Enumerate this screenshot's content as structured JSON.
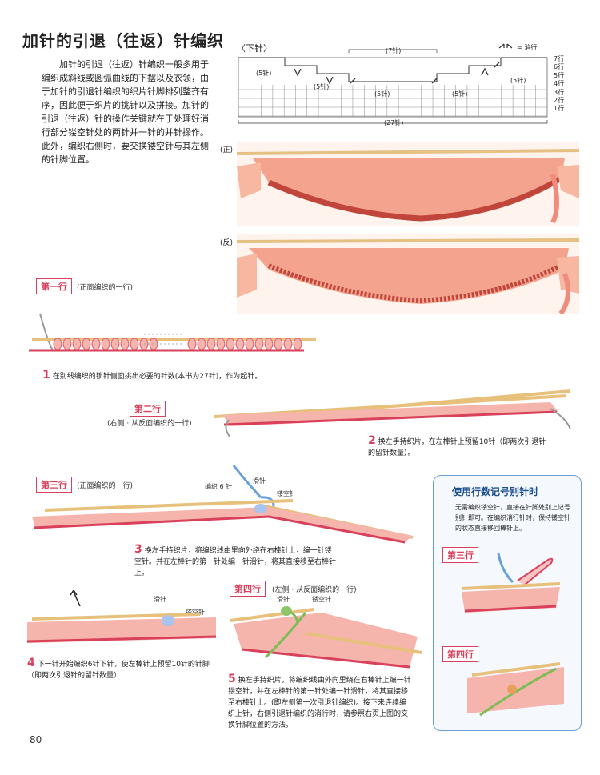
{
  "page": {
    "title": "加针的引退（往返）针编织",
    "intro": "加针的引退（往返）针编织一般多用于编织成斜线或圆弧曲线的下摆以及衣领，由于加针的引退针编织的织片针脚排列整齐有序，因此便于织片的挑针以及拼接。加针的引退（往返）针的操作关键就在于处理好消行部分镂空针处的两针并一针的并针操作。此外，编织右侧时，要交换镂空针与其左侧的针脚位置。",
    "page_number": "80"
  },
  "chart": {
    "heading": "〈下针〉",
    "legend": "= 消行",
    "counts": {
      "top": "(7针)",
      "left": "(5针)",
      "left_mid": "(5针)",
      "mid": "(5针)",
      "right_mid": "(5针)",
      "right": "(5针)",
      "bottom": "(27针)"
    },
    "rows": [
      "7行",
      "6行",
      "5行",
      "4行",
      "3行",
      "2行",
      "1行"
    ]
  },
  "photos": {
    "front": "(正)",
    "back": "(反)"
  },
  "rows": {
    "row1": {
      "tag": "第一行",
      "note": "(正面编织的一行)"
    },
    "row2": {
      "tag": "第二行",
      "note": "(右侧 · 从反面编织的一行)"
    },
    "row3": {
      "tag": "第三行",
      "note": "(正面编织的一行)"
    },
    "row4": {
      "tag": "第四行",
      "note": "(左侧 · 从反面编织的一行)"
    }
  },
  "steps": {
    "s1": {
      "num": "1",
      "text": "在别线编织的锁针侧面挑出必要的针数(本书为27针)，作为起针。"
    },
    "s2": {
      "num": "2",
      "text": "换左手持织片，在左棒针上预留10针（即两次引退针的留针数量）。"
    },
    "s3": {
      "num": "3",
      "text": "换左手持织片，将编织线由里向外绕在右棒针上，编一针镂空针。并在左棒针的第一针处编一针滑针，将其直接移至右棒针上。"
    },
    "s4": {
      "num": "4",
      "text": "下一针开始编织6针下针，使左棒针上预留10针的针脚（即两次引退针的留针数量）"
    },
    "s5": {
      "num": "5",
      "text": "换左手持织片，将编织线由外向里绕在右棒针上编一针镂空针，并在左棒针的第一针处编一针滑针，将其直接移至右棒针上。(即左侧第一次引退针编织)。接下来连续编织上针，右侧引退针编织的消行时，请参照右页上图的交换针脚位置的方法。"
    }
  },
  "labels": {
    "knit6": "编织 6 针",
    "slip": "滑针",
    "yo": "镂空针",
    "slip2": "滑针",
    "yo2": "镂空针",
    "slip3": "滑针",
    "yo3": "镂空针"
  },
  "sidebox": {
    "title": "使用行数记号别针时",
    "text": "无需编织镂空针，直接在针脚处别上记号别针即可。在编织消行针时，保持镂空针的状态直接移回棒针上。",
    "tag3": "第三行",
    "tag4": "第四行"
  },
  "colors": {
    "accent": "#d9405a",
    "yarn_pink": "#f0a8a8",
    "yarn_dark": "#c0463c",
    "box_border": "#6aa0d8"
  }
}
